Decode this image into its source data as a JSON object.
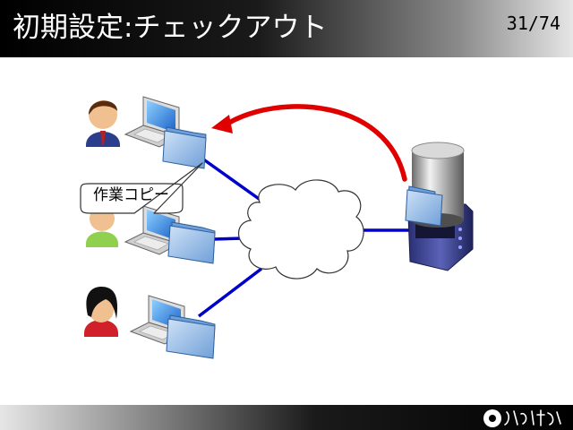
{
  "slide": {
    "title": "初期設定:チェックアウト",
    "page_counter": "31/74"
  },
  "diagram": {
    "callout_label": "作業コピー",
    "arrow_color": "#e00000",
    "link_color": "#0000cc"
  },
  "icons": [
    "male-user-icon",
    "laptop-icon",
    "folder-icon",
    "cloud-icon",
    "server-icon",
    "speech-bubble-icon",
    "female-user-icon"
  ],
  "footer": {
    "logo": "signature-logo"
  }
}
